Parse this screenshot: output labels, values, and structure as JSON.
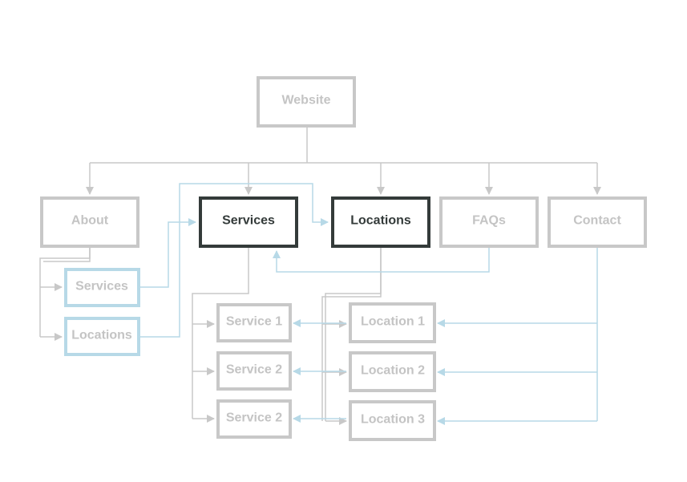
{
  "colors": {
    "muted": "#c8c8c8",
    "muted_text": "#c4c4c4",
    "dark": "#343b3a",
    "blue": "#b7d9e7",
    "connector": "#c8c8c8"
  },
  "nodes": {
    "website": {
      "label": "Website",
      "style": "muted"
    },
    "about": {
      "label": "About",
      "style": "muted"
    },
    "services": {
      "label": "Services",
      "style": "dark"
    },
    "locations": {
      "label": "Locations",
      "style": "dark"
    },
    "faqs": {
      "label": "FAQs",
      "style": "muted"
    },
    "contact": {
      "label": "Contact",
      "style": "muted"
    },
    "about_services": {
      "label": "Services",
      "style": "blue"
    },
    "about_locations": {
      "label": "Locations",
      "style": "blue"
    },
    "service_1": {
      "label": "Service 1",
      "style": "muted"
    },
    "service_2a": {
      "label": "Service 2",
      "style": "muted"
    },
    "service_2b": {
      "label": "Service 2",
      "style": "muted"
    },
    "location_1": {
      "label": "Location 1",
      "style": "muted"
    },
    "location_2": {
      "label": "Location 2",
      "style": "muted"
    },
    "location_3": {
      "label": "Location 3",
      "style": "muted"
    }
  }
}
